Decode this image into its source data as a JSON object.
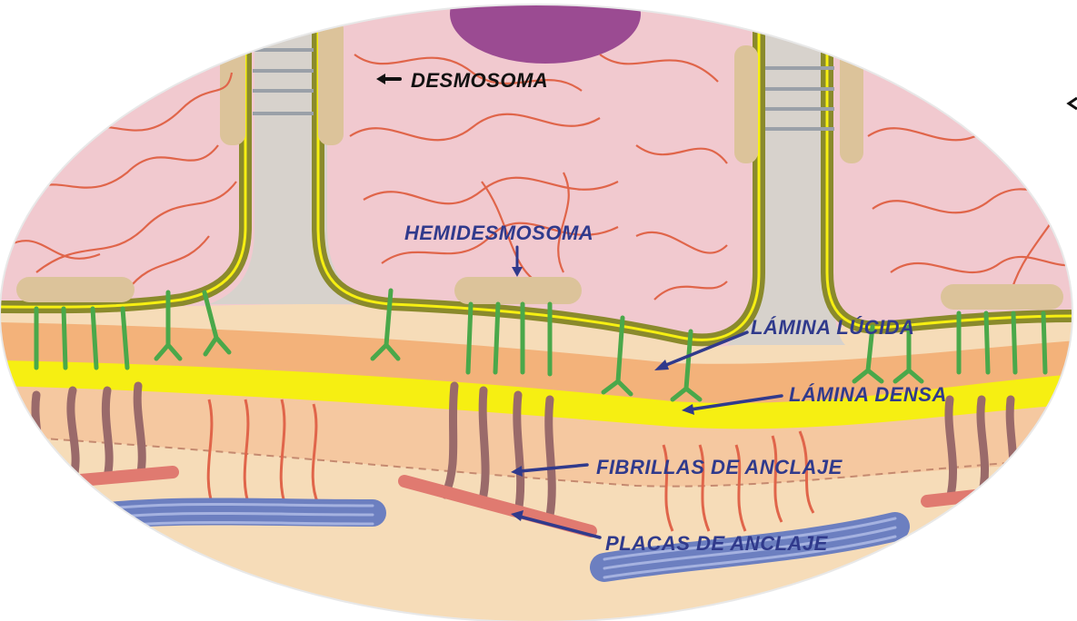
{
  "labels": {
    "desmosome": "DESMOSOMA",
    "hemidesmosome": "HEMIDESMOSOMA",
    "lamina_lucida": "LÁMINA LÚCIDA",
    "lamina_densa": "LÁMINA DENSA",
    "anchoring_fibrils": "FIBRILLAS DE ANCLAJE",
    "anchoring_plaques": "PLACAS DE ANCLAJE"
  },
  "colors": {
    "cytoplasm": "#f1c9cf",
    "keratin_filaments": "#e0654a",
    "nucleus": "#9b4b92",
    "membrane": "#8a8a2c",
    "lamina_lucida": "#f3b27a",
    "lamina_densa": "#f6ef12",
    "lamina_fibroreticularis": "#f5c8a0",
    "dermis": "#f6dcb8",
    "integrins": "#4aa84a",
    "anchoring_fibrils": "#9a6a6a",
    "collagen_bundles": "#7f8fcc",
    "desmosome_plaque": "#dcc39a",
    "label_blue": "#303a8c",
    "label_black": "#111111"
  }
}
